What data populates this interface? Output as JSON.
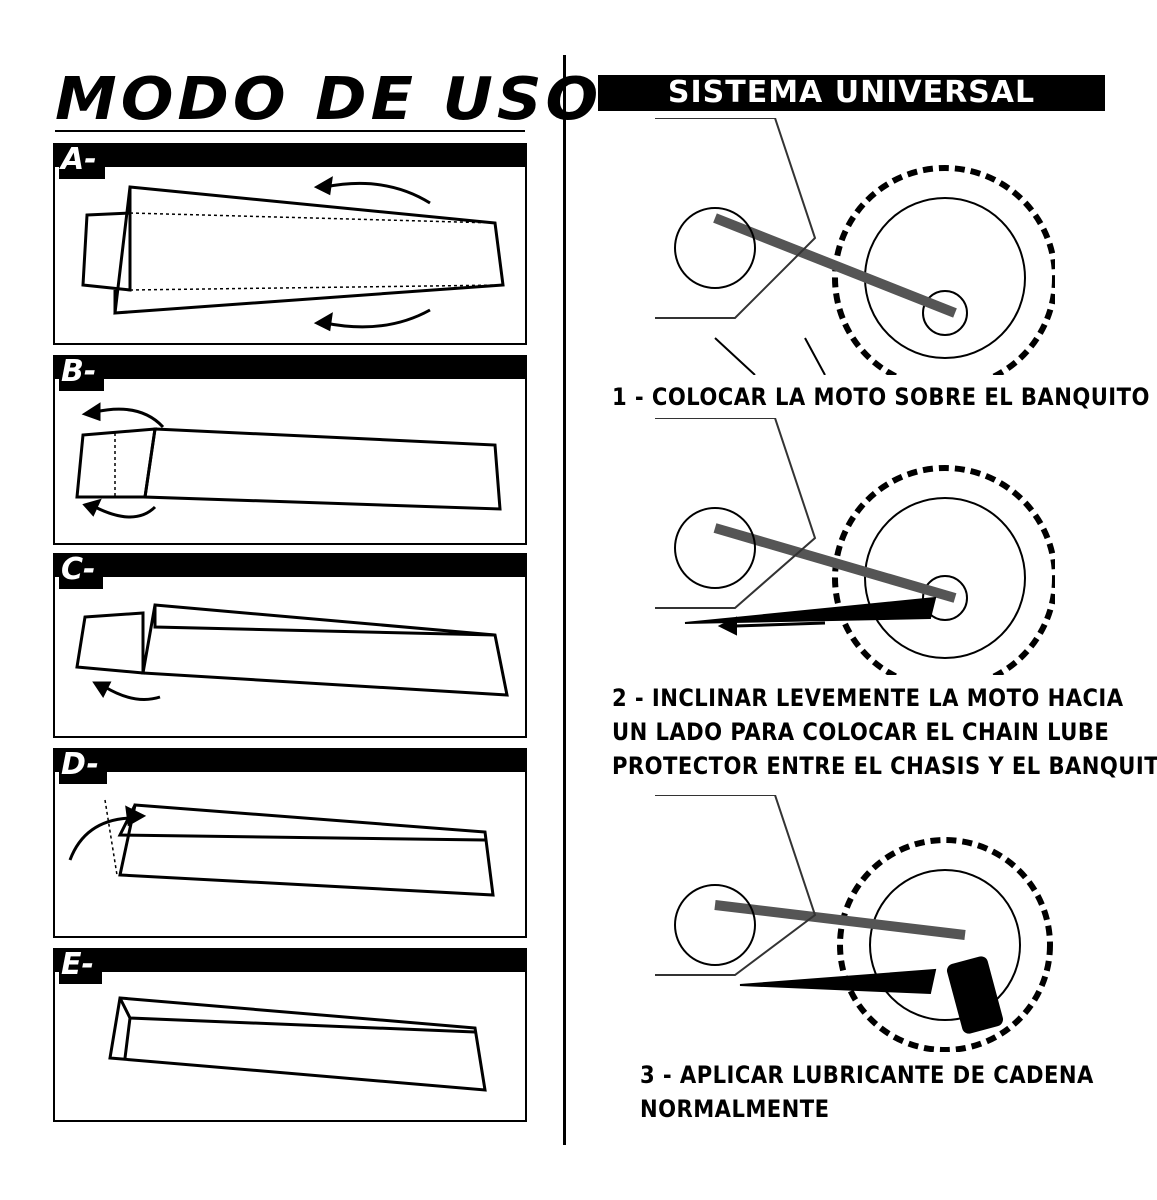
{
  "left": {
    "title": "MODO DE USO",
    "steps": [
      {
        "label": "A-"
      },
      {
        "label": "B-"
      },
      {
        "label": "C-"
      },
      {
        "label": "D-"
      },
      {
        "label": "E-"
      }
    ]
  },
  "right": {
    "banner": "SISTEMA UNIVERSAL",
    "steps": [
      {
        "caption_lines": [
          "1 - COLOCAR LA MOTO SOBRE EL BANQUITO"
        ]
      },
      {
        "caption_lines": [
          "2 - INCLINAR LEVEMENTE LA MOTO HACIA",
          "UN LADO PARA COLOCAR EL CHAIN LUBE",
          "PROTECTOR ENTRE EL CHASIS Y EL BANQUITO"
        ]
      },
      {
        "caption_lines": [
          "3 - APLICAR LUBRICANTE DE CADENA",
          "NORMALMENTE"
        ]
      }
    ]
  }
}
